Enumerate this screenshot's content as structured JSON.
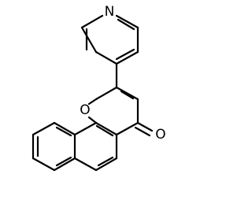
{
  "molecule": {
    "atoms": {
      "pyridine_nitrogen": "N",
      "ring_oxygen": "O",
      "carbonyl_oxygen": "O"
    }
  }
}
